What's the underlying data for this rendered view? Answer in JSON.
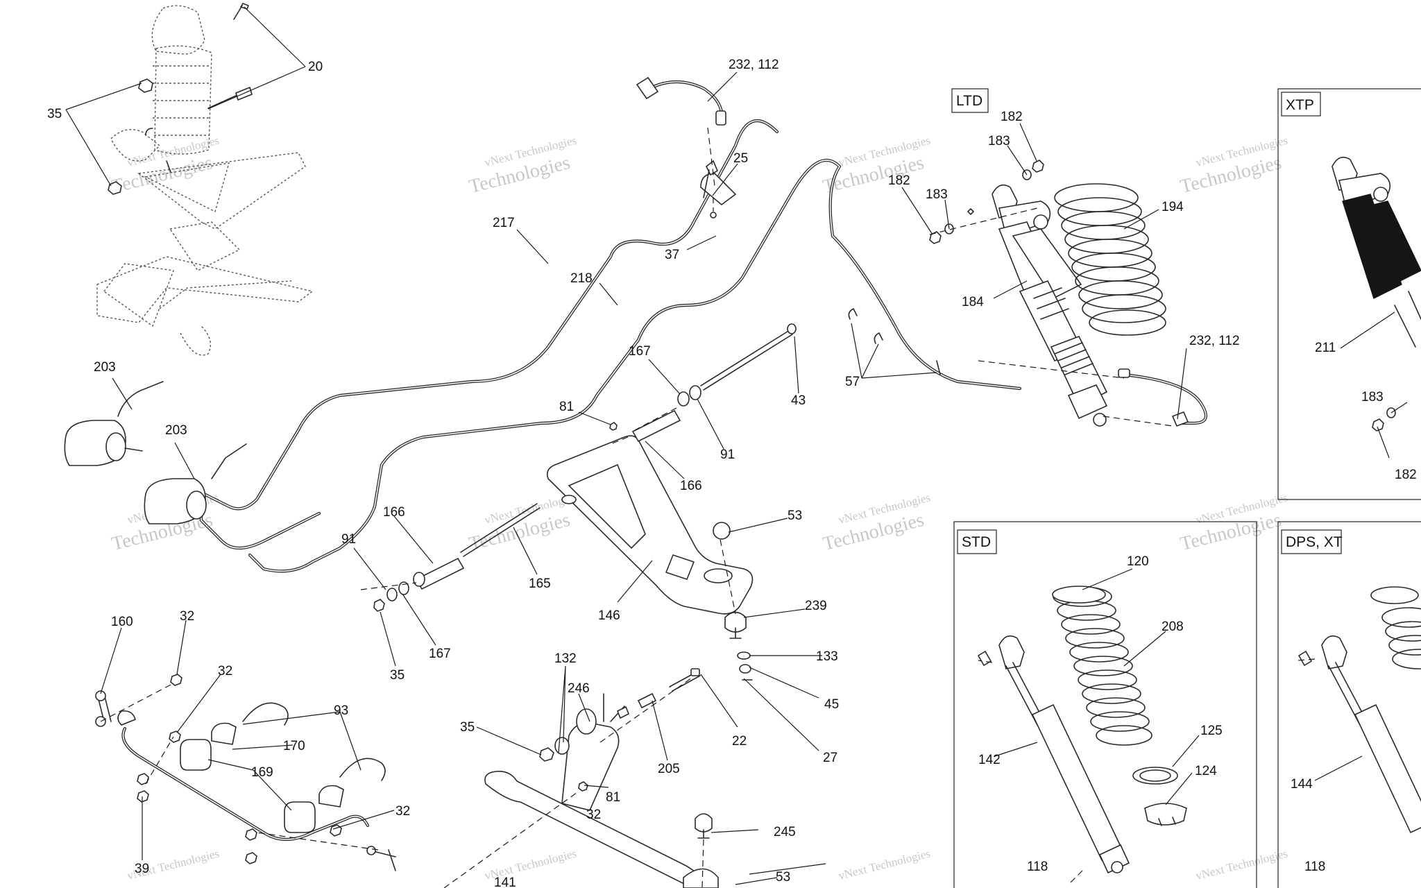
{
  "callouts": {
    "c20": "20",
    "c35a": "35",
    "c203a": "203",
    "c203b": "203",
    "c232_112a": "232, 112",
    "c25": "25",
    "c217": "217",
    "c37": "37",
    "c218": "218",
    "c167a": "167",
    "c43": "43",
    "c81a": "81",
    "c91a": "91",
    "c166a": "166",
    "c166b": "166",
    "c165": "165",
    "c91b": "91",
    "c35b": "35",
    "c167b": "167",
    "c53a": "53",
    "c146": "146",
    "c239": "239",
    "c133": "133",
    "c45": "45",
    "c27": "27",
    "c57": "57",
    "c182a": "182",
    "c183a": "183",
    "c182b": "182",
    "c183b": "183",
    "c194": "194",
    "c184": "184",
    "c232_112b": "232, 112",
    "c211": "211",
    "c183c": "183",
    "c182c": "182",
    "c120": "120",
    "c208": "208",
    "c142": "142",
    "c125": "125",
    "c124": "124",
    "c118a": "118",
    "c144": "144",
    "c118b": "118",
    "c160": "160",
    "c32a": "32",
    "c32b": "32",
    "c93": "93",
    "c170": "170",
    "c169": "169",
    "c32c": "32",
    "c39": "39",
    "c132": "132",
    "c246": "246",
    "c35c": "35",
    "c205": "205",
    "c22": "22",
    "c81b": "81",
    "c32d": "32",
    "c245": "245",
    "c53b": "53",
    "c141": "141"
  },
  "variant_boxes": {
    "ltd": "LTD",
    "xtp": "XTP",
    "std": "STD",
    "dps_xt": "DPS, XT"
  },
  "watermark": {
    "line1": "vNext Technologies",
    "line2": "Technologies"
  },
  "colors": {
    "ink": "#2a2a2a",
    "background": "#ffffff",
    "watermark": "#9a9a9a"
  }
}
